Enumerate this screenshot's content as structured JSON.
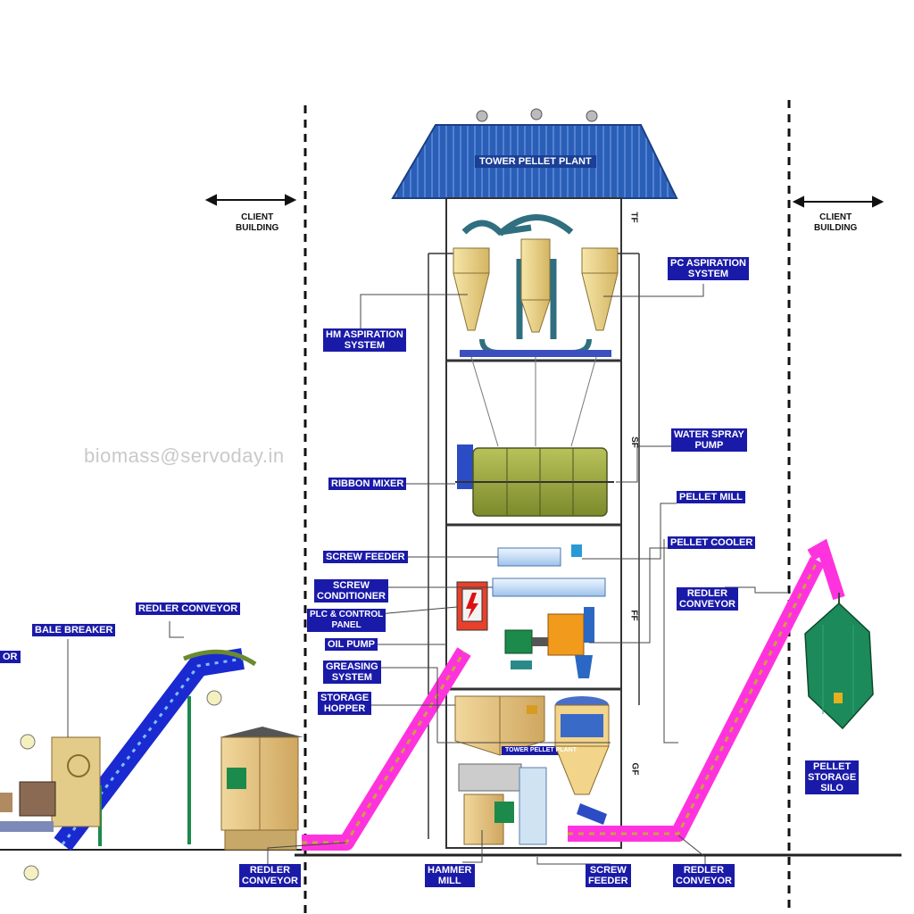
{
  "diagram": {
    "tower_title": "TOWER PELLET PLANT",
    "watermark": "biomass@servoday.in",
    "client_building_left": [
      "CLIENT",
      "BUILDING"
    ],
    "client_building_right": [
      "CLIENT",
      "BUILDING"
    ],
    "floors": [
      "TF",
      "SF",
      "FF",
      "GF"
    ],
    "labels": {
      "hm_aspiration": [
        "HM ASPIRATION",
        "SYSTEM"
      ],
      "pc_aspiration": [
        "PC ASPIRATION",
        "SYSTEM"
      ],
      "water_spray": [
        "WATER SPRAY",
        "PUMP"
      ],
      "ribbon_mixer": "RIBBON MIXER",
      "pellet_mill": "PELLET MILL",
      "pellet_cooler": "PELLET COOLER",
      "screw_feeder_top": "SCREW FEEDER",
      "screw_conditioner": [
        "SCREW",
        "CONDITIONER"
      ],
      "plc_panel": [
        "PLC & CONTROL",
        "PANEL"
      ],
      "oil_pump": "OIL PUMP",
      "greasing": [
        "GREASING",
        "SYSTEM"
      ],
      "storage_hopper": [
        "STORAGE",
        "HOPPER"
      ],
      "redler_right_upper": [
        "REDLER",
        "CONVEYOR"
      ],
      "bale_breaker": "BALE BREAKER",
      "redler_left_upper": "REDLER CONVEYOR",
      "left_edge_partial": "OR",
      "redler_bottom_left": [
        "REDLER",
        "CONVEYOR"
      ],
      "hammer_mill": [
        "HAMMER",
        "MILL"
      ],
      "screw_feeder_bottom": [
        "SCREW",
        "FEEDER"
      ],
      "redler_bottom_right": [
        "REDLER",
        "CONVEYOR"
      ],
      "pellet_silo": [
        "PELLET",
        "STORAGE",
        "SILO"
      ],
      "inner_plate": "TOWER PELLET PLANT"
    },
    "colors": {
      "roof": "#2a5fb8",
      "tag_bg": "#1a1aa8",
      "conveyor_pink": "#ff33dd",
      "conveyor_blue": "#1a2ad0",
      "equipment_tan": "#e7c887",
      "mixer_green": "#9aa83a",
      "silo_green": "#1c8a5a"
    }
  }
}
